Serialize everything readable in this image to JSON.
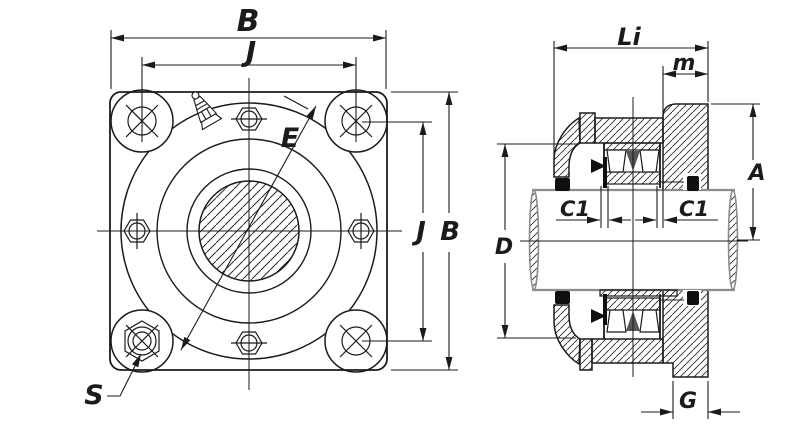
{
  "drawing": {
    "description": "Four-bolt square flange bearing unit, front view and sectional side view",
    "colors": {
      "background": "#ffffff",
      "line": "#1b1b1b",
      "shaft_line": "#8c8c8c",
      "seal": "#101010",
      "roller_wedge": "#565656"
    },
    "front_view": {
      "dim_width_top": "B",
      "dim_bolt_spacing_top": "J",
      "dim_bolt_spacing_right": "J",
      "dim_height_right": "B",
      "dim_bore": "E",
      "dim_bolt": "S"
    },
    "section_view": {
      "dim_length": "Li",
      "dim_end_offset": "m",
      "dim_center_height": "A",
      "dim_housing_dia": "D",
      "dim_c1_left": "C1",
      "dim_c1_right": "C1",
      "dim_foot_width": "G"
    }
  }
}
